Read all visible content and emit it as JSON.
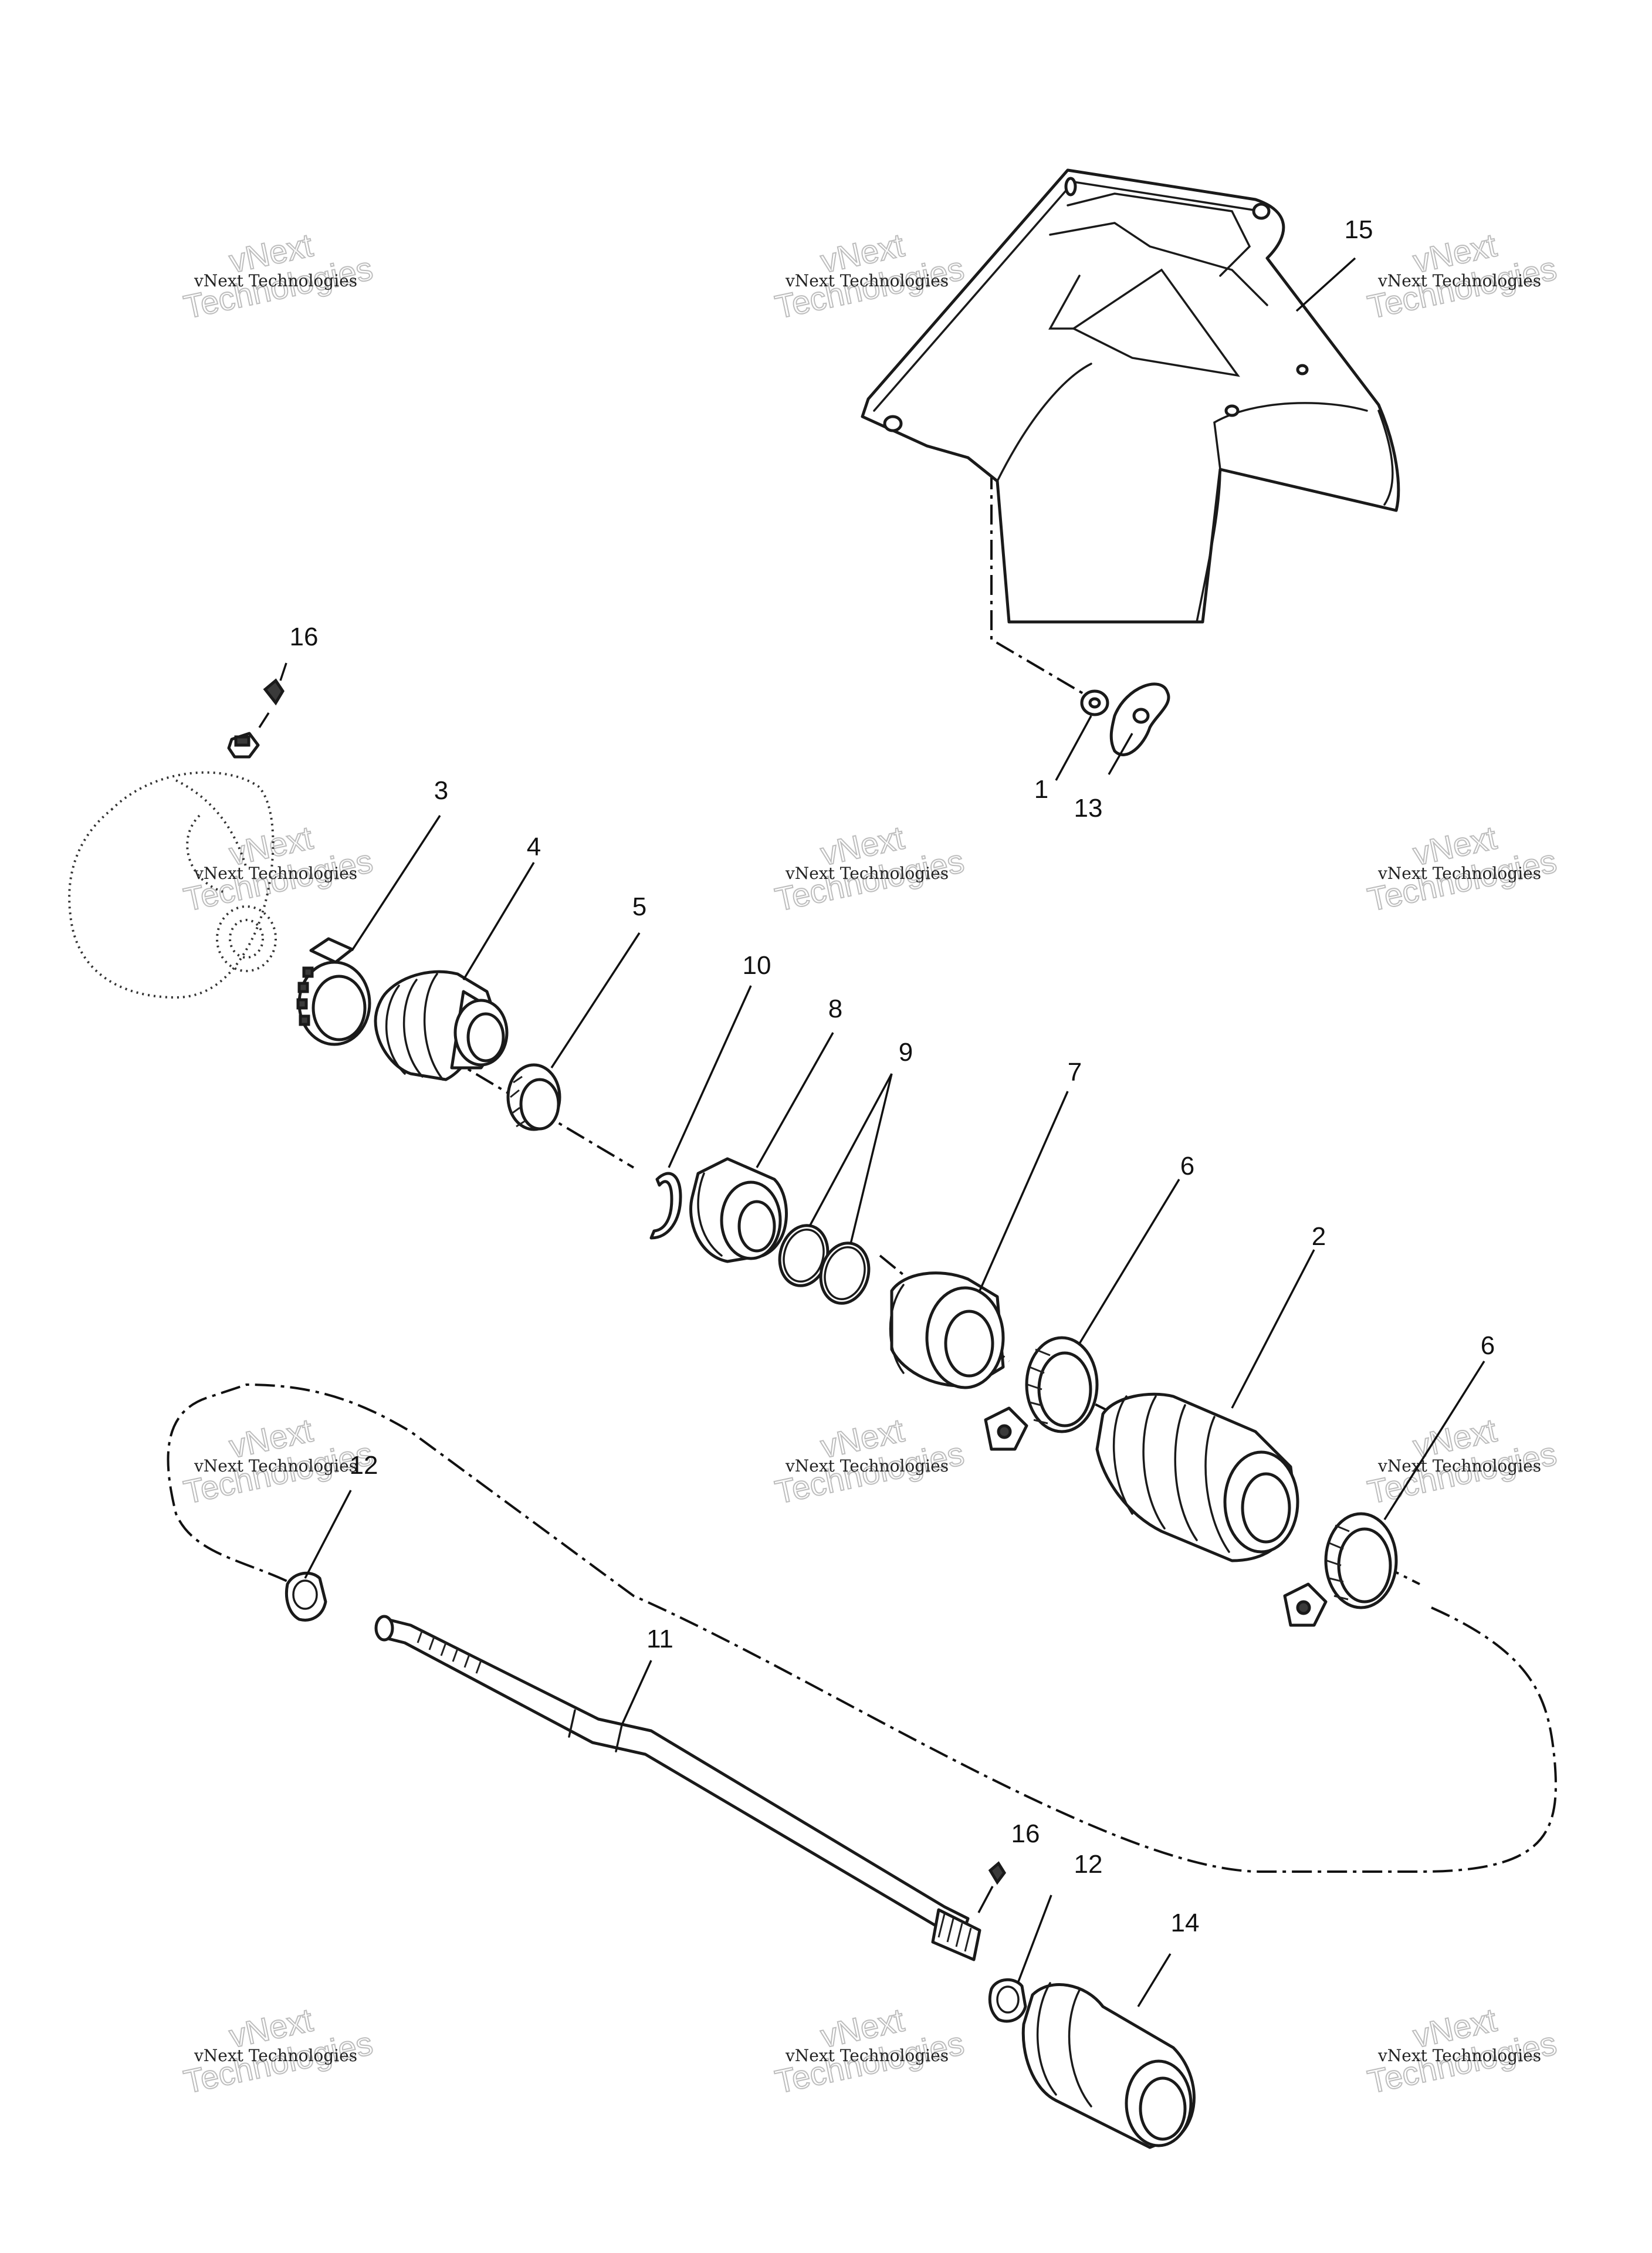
{
  "callouts": {
    "c1": "1",
    "c2": "2",
    "c3": "3",
    "c4": "4",
    "c5": "5",
    "c6a": "6",
    "c6b": "6",
    "c7": "7",
    "c8": "8",
    "c9": "9",
    "c10": "10",
    "c11": "11",
    "c12a": "12",
    "c12b": "12",
    "c13": "13",
    "c14": "14",
    "c15": "15",
    "c16a": "16",
    "c16b": "16"
  },
  "watermark": {
    "line1": "vNext Technologies",
    "line2a": "vNext",
    "line2b": "Technologies"
  },
  "colors": {
    "ink": "#1a1a1a",
    "paper": "#ffffff",
    "watermark": "#bdbdbd"
  }
}
